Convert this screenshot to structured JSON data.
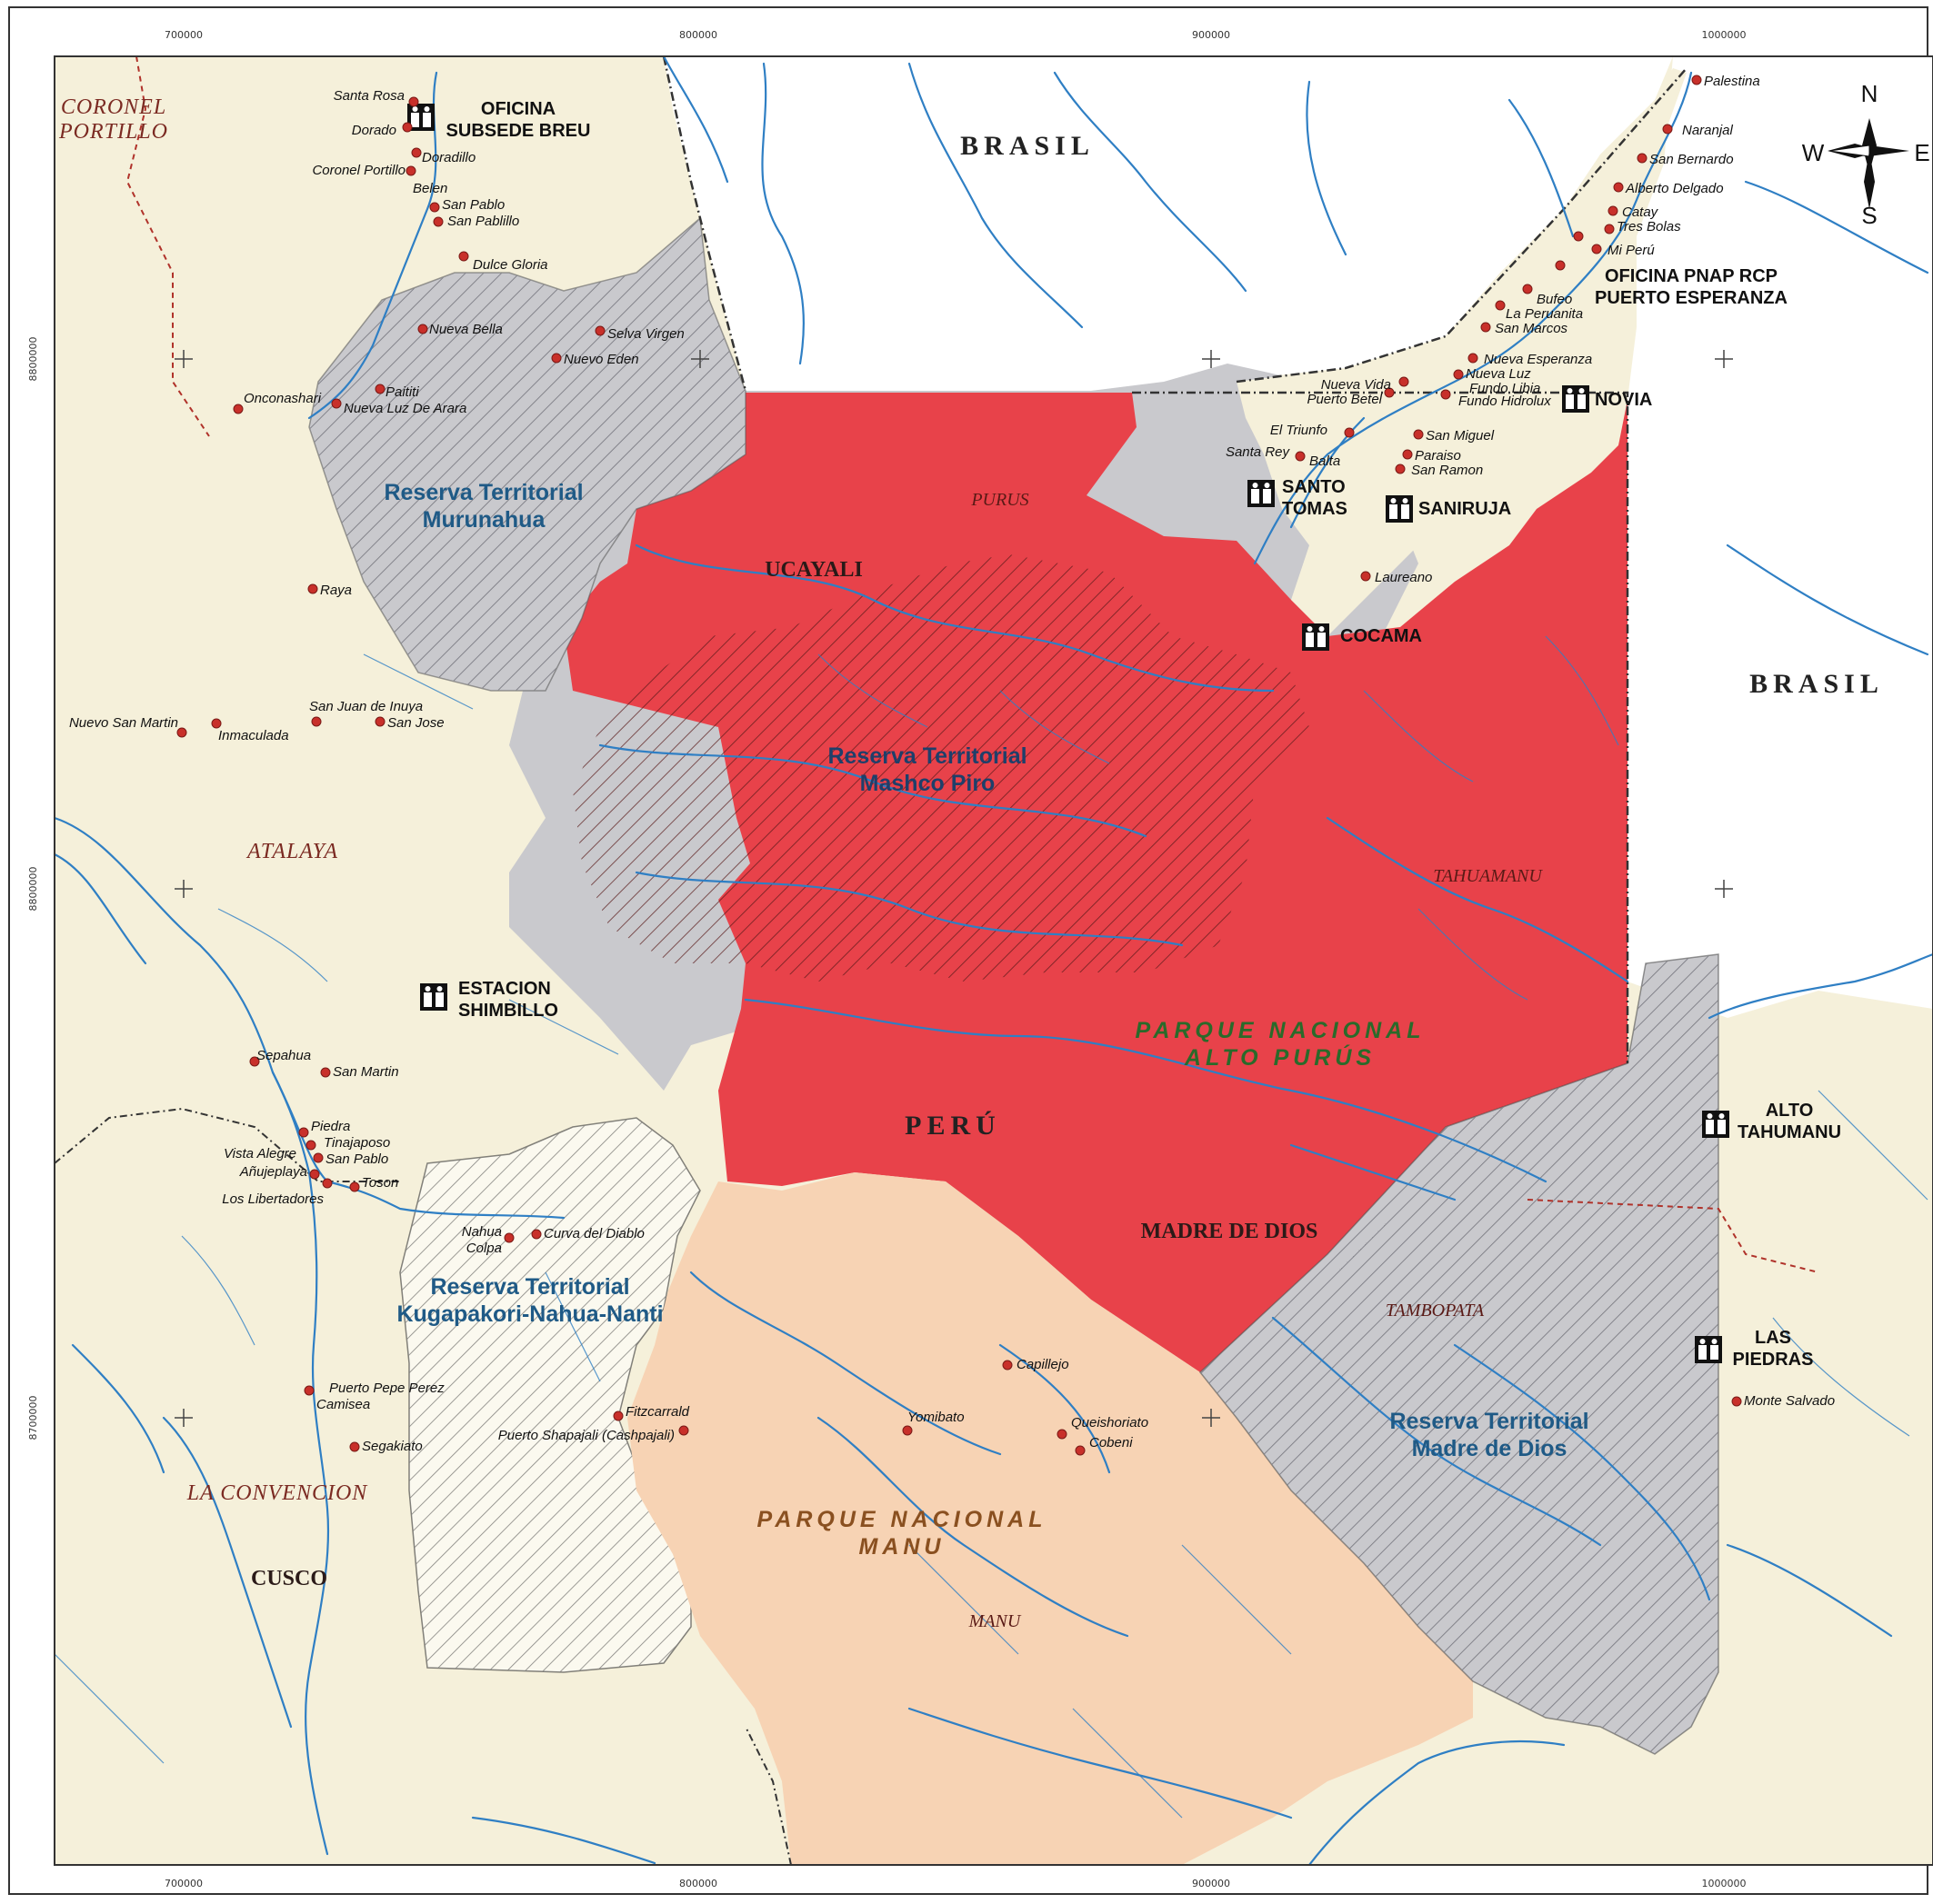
{
  "map": {
    "grid": {
      "x_labels": [
        "700000",
        "800000",
        "900000",
        "1000000"
      ],
      "y_labels": [
        "8800000",
        "8800000",
        "8700000"
      ]
    },
    "compass": {
      "n": "N",
      "s": "S",
      "e": "E",
      "w": "W"
    },
    "countries": {
      "brasil_north": "BRASIL",
      "brasil_east": "BRASIL",
      "peru": "PERÚ"
    },
    "regions": {
      "coronel": "CORONEL",
      "portillo": "PORTILLO",
      "atalaya": "ATALAYA",
      "la_convencion": "LA CONVENCION",
      "cusco": "CUSCO"
    },
    "districts": {
      "ucayali": "UCAYALI",
      "madre_de_dios": "MADRE DE DIOS"
    },
    "rivers": {
      "purus": "PURUS",
      "tahuamanu": "TAHUAMANU",
      "tambopata": "TAMBOPATA",
      "manu": "MANU"
    },
    "reserves": {
      "murunahua": [
        "Reserva Territorial",
        "Murunahua"
      ],
      "mashco": [
        "Reserva Territorial",
        "Mashco Piro"
      ],
      "kugapakori": [
        "Reserva Territorial",
        "Kugapakori-Nahua-Nanti"
      ],
      "madre_de_dios": [
        "Reserva Territorial",
        "Madre de Dios"
      ]
    },
    "parks": {
      "alto_purus": [
        "PARQUE NACIONAL",
        "ALTO PURÚS"
      ],
      "manu": [
        "PARQUE NACIONAL",
        "MANU"
      ]
    },
    "offices": {
      "breu": [
        "OFICINA",
        "SUBSEDE BREU"
      ],
      "esperanza": [
        "OFICINA PNAP RCP",
        "PUERTO ESPERANZA"
      ],
      "novia": [
        "NOVIA"
      ],
      "santo_tomas": [
        "SANTO",
        "TOMAS"
      ],
      "saniruja": [
        "SANIRUJA"
      ],
      "cocama": [
        "COCAMA"
      ],
      "shimbillo": [
        "ESTACION",
        "SHIMBILLO"
      ],
      "alto_tahumanu": [
        "ALTO",
        "TAHUMANU"
      ],
      "las_piedras": [
        "LAS",
        "PIEDRAS"
      ]
    },
    "towns": {
      "santa_rosa": "Santa Rosa",
      "dorado": "Dorado",
      "doradillo": "Doradillo",
      "coronel_portillo": "Coronel Portillo",
      "belen": "Belen",
      "san_pablo_n": "San Pablo",
      "san_pablillo": "San Pablillo",
      "dulce_gloria": "Dulce Gloria",
      "nueva_bella": "Nueva Bella",
      "selva_virgen": "Selva Virgen",
      "nuevo_eden": "Nuevo Eden",
      "paititi": "Paititi",
      "onconashari": "Onconashari",
      "nueva_luz_arara": "Nueva Luz De Arara",
      "raya": "Raya",
      "san_juan_inuya": "San Juan de Inuya",
      "san_jose": "San Jose",
      "nuevo_san_martin": "Nuevo San Martin",
      "inmaculada": "Inmaculada",
      "sepahua": "Sepahua",
      "san_martin": "San Martin",
      "piedra": "Piedra",
      "tinajaposo": "Tinajaposo",
      "vista_alegre": "Vista Alegre",
      "san_pablo_s": "San Pablo",
      "anujeplaya": "Añujeplaya",
      "toson": "Toson",
      "los_libertadores": "Los Libertadores",
      "nahua": "Nahua",
      "colpa": "Colpa",
      "curva_diablo": "Curva del Diablo",
      "puerto_pepe_perez": "Puerto Pepe Perez",
      "camisea": "Camisea",
      "segakiato": "Segakiato",
      "fitzcarrald": "Fitzcarrald",
      "puerto_shapajali": "Puerto Shapajali (Cashpajali)",
      "capillejo": "Capillejo",
      "yomibato": "Yomibato",
      "queishoriato": "Queishoriato",
      "cobeni": "Cobeni",
      "palestina": "Palestina",
      "naranjal": "Naranjal",
      "san_bernardo": "San Bernardo",
      "alberto_delgado": "Alberto Delgado",
      "catay": "Catay",
      "tres_bolas": "Tres Bolas",
      "mi_peru": "Mi Perú",
      "bufeo": "Bufeo",
      "la_peruanita": "La Peruanita",
      "san_marcos": "San Marcos",
      "nueva_esperanza": "Nueva Esperanza",
      "nueva_luz": "Nueva Luz",
      "fundo_libia": "Fundo Libia",
      "fundo_hidrolux": "Fundo Hidrolux",
      "nueva_vida": "Nueva Vida",
      "puerto_betel": "Puerto Betel",
      "el_triunfo": "El Triunfo",
      "san_miguel": "San Miguel",
      "santa_rey": "Santa Rey",
      "balta": "Balta",
      "paraiso": "Paraiso",
      "san_ramon": "San Ramon",
      "laureano": "Laureano",
      "monte_salvado": "Monte Salvado"
    },
    "colors": {
      "peru_land": "#f5f0da",
      "brasil_land": "#ffffff",
      "alto_purus": "#e8424a",
      "manu": "#f7d3b4",
      "reserve_gray": "#c9c9cd",
      "water": "#2f7fc4",
      "town_dot": "#c8302a"
    }
  }
}
